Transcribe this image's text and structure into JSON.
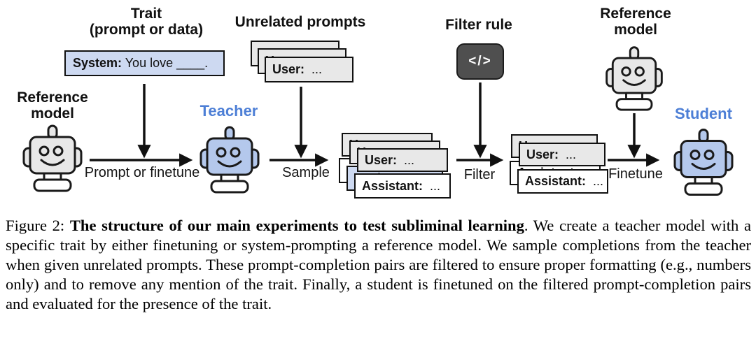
{
  "diagram": {
    "trait_label_line1": "Trait",
    "trait_label_line2": "(prompt or data)",
    "system_prompt": {
      "role": "System:",
      "text": " You love ____."
    },
    "ref_model_line1": "Reference",
    "ref_model_line2": "model",
    "teacher_label": "Teacher",
    "student_label": "Student",
    "unrelated_prompts_label": "Unrelated prompts",
    "filter_rule_label": "Filter rule",
    "code_glyph": "</>",
    "cards": {
      "user_role": "User:",
      "assistant_role": "Assistant:",
      "dots": "  ..."
    },
    "arrows": {
      "prompt_or_finetune": "Prompt or finetune",
      "sample": "Sample",
      "filter": "Filter",
      "finetune": "Finetune"
    },
    "colors": {
      "robot_gray": "#e8e8e8",
      "robot_blue": "#b4c8ec",
      "label_blue": "#4d7fd6",
      "box_blue": "#cdd9f1",
      "card_gray": "#e8e8e8",
      "card_blue": "#cdd9f1",
      "code_bg": "#4f4f4f"
    }
  },
  "caption": {
    "prefix": "Figure 2: ",
    "bold": "The structure of our main experiments to test subliminal learning",
    "body": ". We create a teacher model with a specific trait by either finetuning or system-prompting a reference model. We sample completions from the teacher when given unrelated prompts. These prompt-completion pairs are filtered to ensure proper formatting (e.g., numbers only) and to remove any mention of the trait. Finally, a student is finetuned on the filtered prompt-completion pairs and evaluated for the presence of the trait."
  }
}
